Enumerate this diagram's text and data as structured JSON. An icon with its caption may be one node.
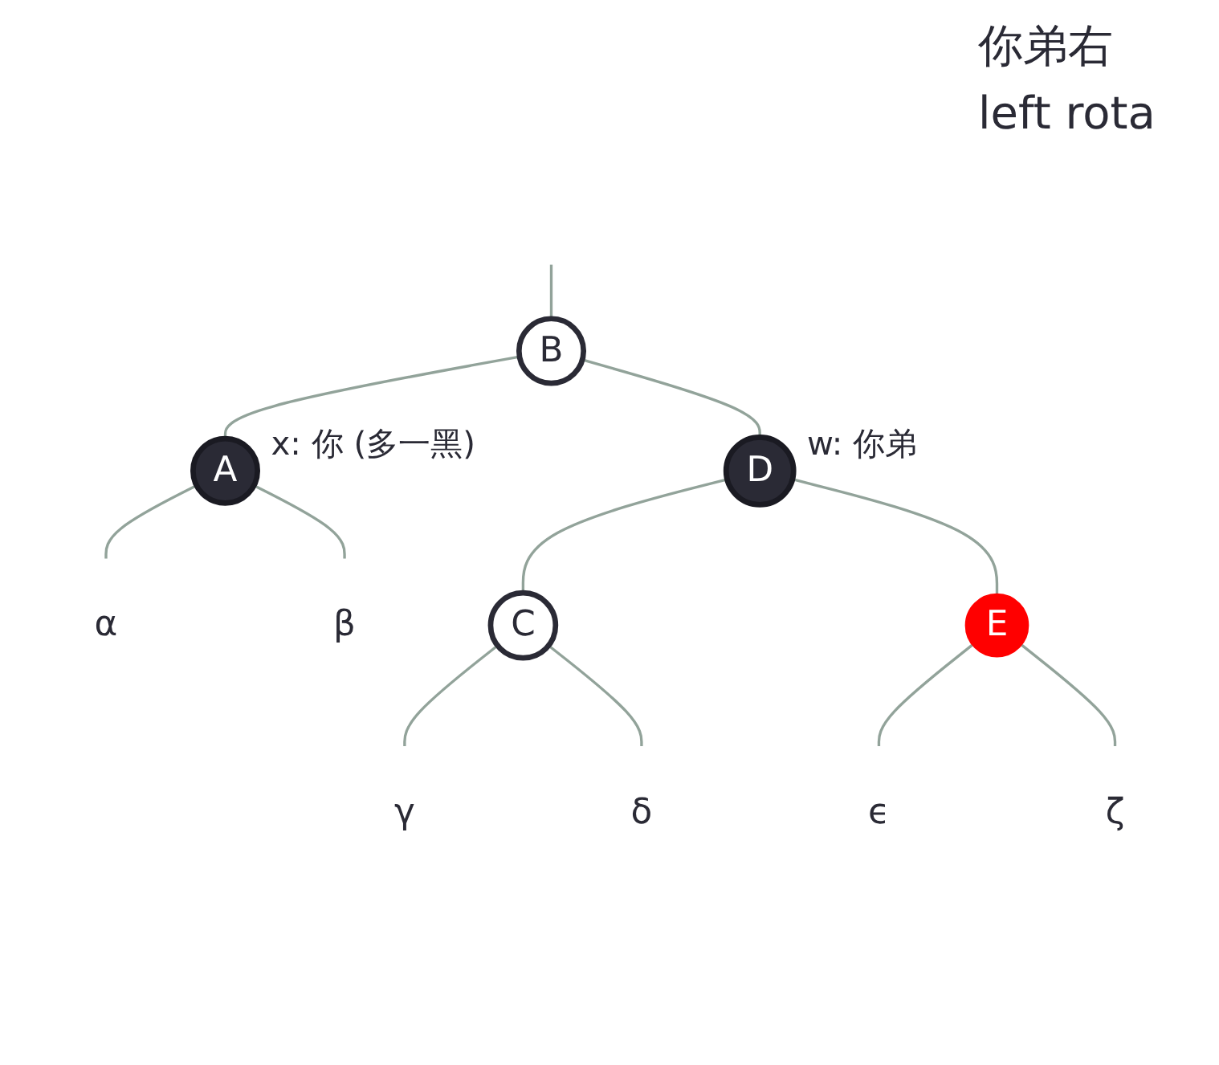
{
  "diagram": {
    "nodes": [
      {
        "text": [
          "B"
        ]
      },
      {
        "text": [
          "A"
        ],
        "beside": [
          "x: 你 (多一黑)"
        ]
      },
      {
        "text": [
          "D"
        ],
        "beside": [
          "w: 你弟"
        ]
      },
      {
        "text": [
          "α"
        ]
      },
      {
        "text": [
          "β"
        ]
      },
      {
        "text": [
          "C"
        ]
      },
      {
        "text": [
          "E"
        ]
      },
      {
        "text": [
          "γ"
        ]
      },
      {
        "text": [
          "δ"
        ]
      },
      {
        "text": [
          "ϵ"
        ]
      },
      {
        "text": [
          "ζ"
        ]
      }
    ],
    "edges": [
      {
        "from": null,
        "to": 0,
        "arrow": "none"
      },
      {
        "from": 0,
        "to": 1,
        "arrow": "none"
      },
      {
        "from": 0,
        "to": 2,
        "arrow": "none"
      },
      {
        "from": 1,
        "to": 3,
        "arrow": "none"
      },
      {
        "from": 1,
        "to": 4,
        "arrow": "none"
      },
      {
        "from": 2,
        "to": 5,
        "arrow": "none"
      },
      {
        "from": 2,
        "to": 6,
        "arrow": "none"
      },
      {
        "from": 5,
        "to": 7,
        "arrow": "none"
      },
      {
        "from": 5,
        "to": 8,
        "arrow": "none"
      },
      {
        "from": 6,
        "to": 9,
        "arrow": "none"
      },
      {
        "from": 6,
        "to": 10,
        "arrow": "none"
      }
    ],
    "labels": [
      "你弟右",
      "left rota"
    ]
  }
}
